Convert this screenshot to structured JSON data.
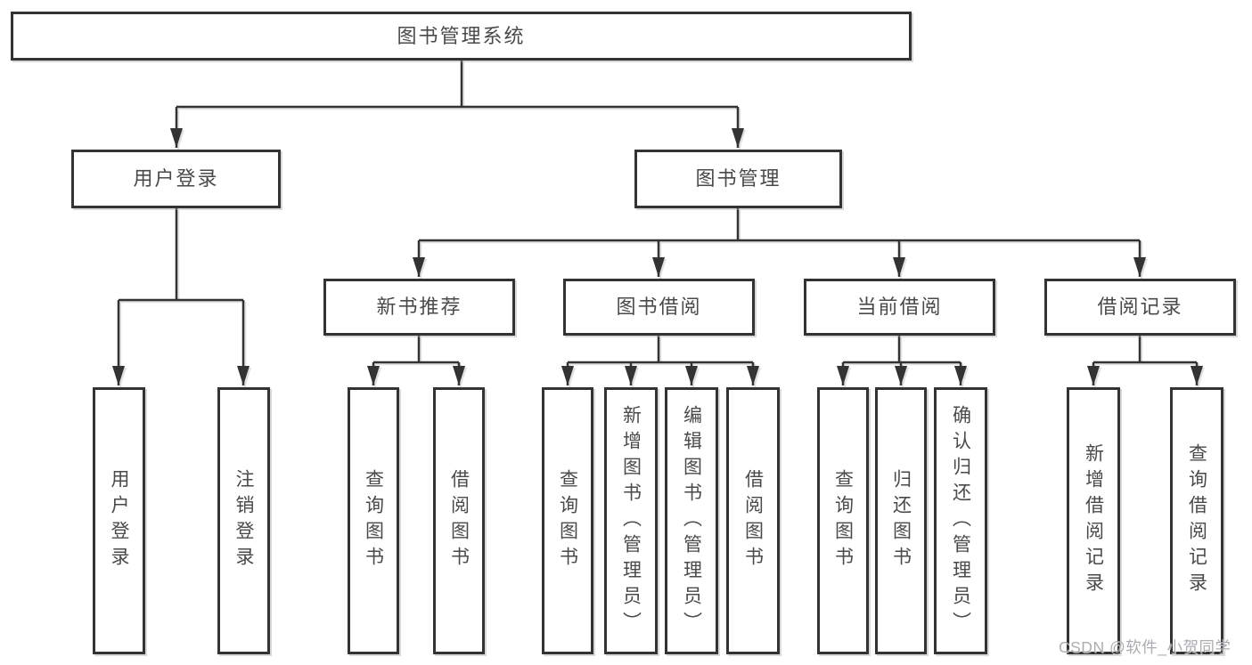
{
  "diagram": {
    "type": "tree",
    "root": {
      "label": "图书管理系统"
    },
    "level2": [
      {
        "label": "用户登录"
      },
      {
        "label": "图书管理"
      }
    ],
    "level3": [
      {
        "label": "新书推荐"
      },
      {
        "label": "图书借阅"
      },
      {
        "label": "当前借阅"
      },
      {
        "label": "借阅记录"
      }
    ],
    "leaves": {
      "user_login": [
        {
          "label": "用户登录"
        },
        {
          "label": "注销登录"
        }
      ],
      "new_book_recommend": [
        {
          "label": "查询图书"
        },
        {
          "label": "借阅图书"
        }
      ],
      "book_borrow": [
        {
          "label": "查询图书"
        },
        {
          "label": "新增图书（管理员）"
        },
        {
          "label": "编辑图书（管理员）"
        },
        {
          "label": "借阅图书"
        }
      ],
      "current_borrow": [
        {
          "label": "查询图书"
        },
        {
          "label": "归还图书"
        },
        {
          "label": "确认归还（管理员）"
        }
      ],
      "borrow_record": [
        {
          "label": "新增借阅记录"
        },
        {
          "label": "查询借阅记录"
        }
      ]
    },
    "watermark": "CSDN @软件_小贺同学",
    "colors": {
      "line": "#333333",
      "box_border": "#333333",
      "text": "#4a4a4a",
      "watermark": "#a5a5aa",
      "background": "#ffffff"
    }
  }
}
